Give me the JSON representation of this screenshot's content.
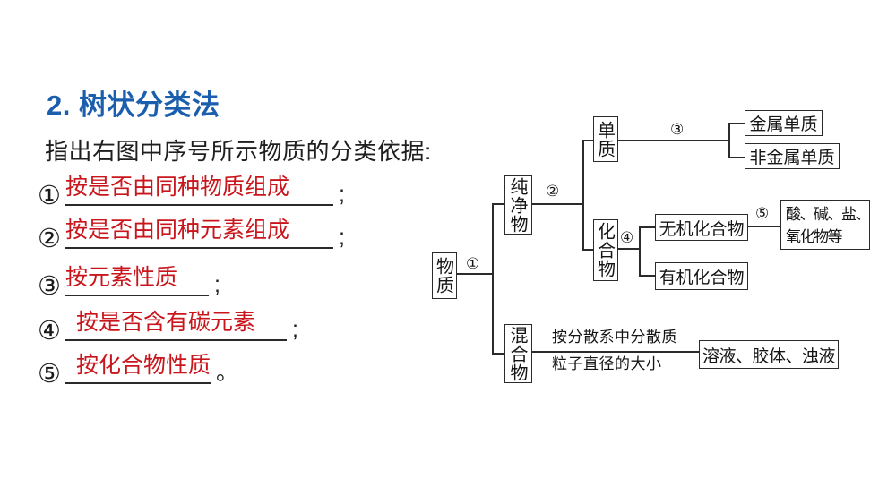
{
  "colors": {
    "title": "#1b5eae",
    "answer": "#c9161d",
    "ink": "#1f1f1f",
    "line": "#2b2b2b"
  },
  "title": "2. 树状分类法",
  "intro": "指出右图中序号所示物质的分类依据:",
  "questions": [
    {
      "num": "①",
      "answer": "按是否由同种物质组成",
      "punct": ";"
    },
    {
      "num": "②",
      "answer": "按是否由同种元素组成",
      "punct": ";"
    },
    {
      "num": "③",
      "answer": "按元素性质",
      "punct": ";"
    },
    {
      "num": "④",
      "answer": "按是否含有碳元素",
      "punct": ";"
    },
    {
      "num": "⑤",
      "answer": "按化合物性质",
      "punct": "。"
    }
  ],
  "diagram": {
    "nodes": {
      "matter": "物质",
      "pure": "纯净物",
      "mixture": "混合物",
      "element": "单质",
      "compound": "化合物",
      "metal": "金属单质",
      "nonmetal": "非金属单质",
      "inorganic": "无机化合物",
      "organic": "有机化合物",
      "acids_line1": "酸、碱、盐、",
      "acids_line2": "氧化物等",
      "solution": "溶液、胶体、浊液"
    },
    "labels": {
      "n1": "①",
      "n2": "②",
      "n3": "③",
      "n4": "④",
      "n5": "⑤",
      "mixture_rule_line1": "按分散系中分散质",
      "mixture_rule_line2": "粒子直径的大小"
    }
  }
}
